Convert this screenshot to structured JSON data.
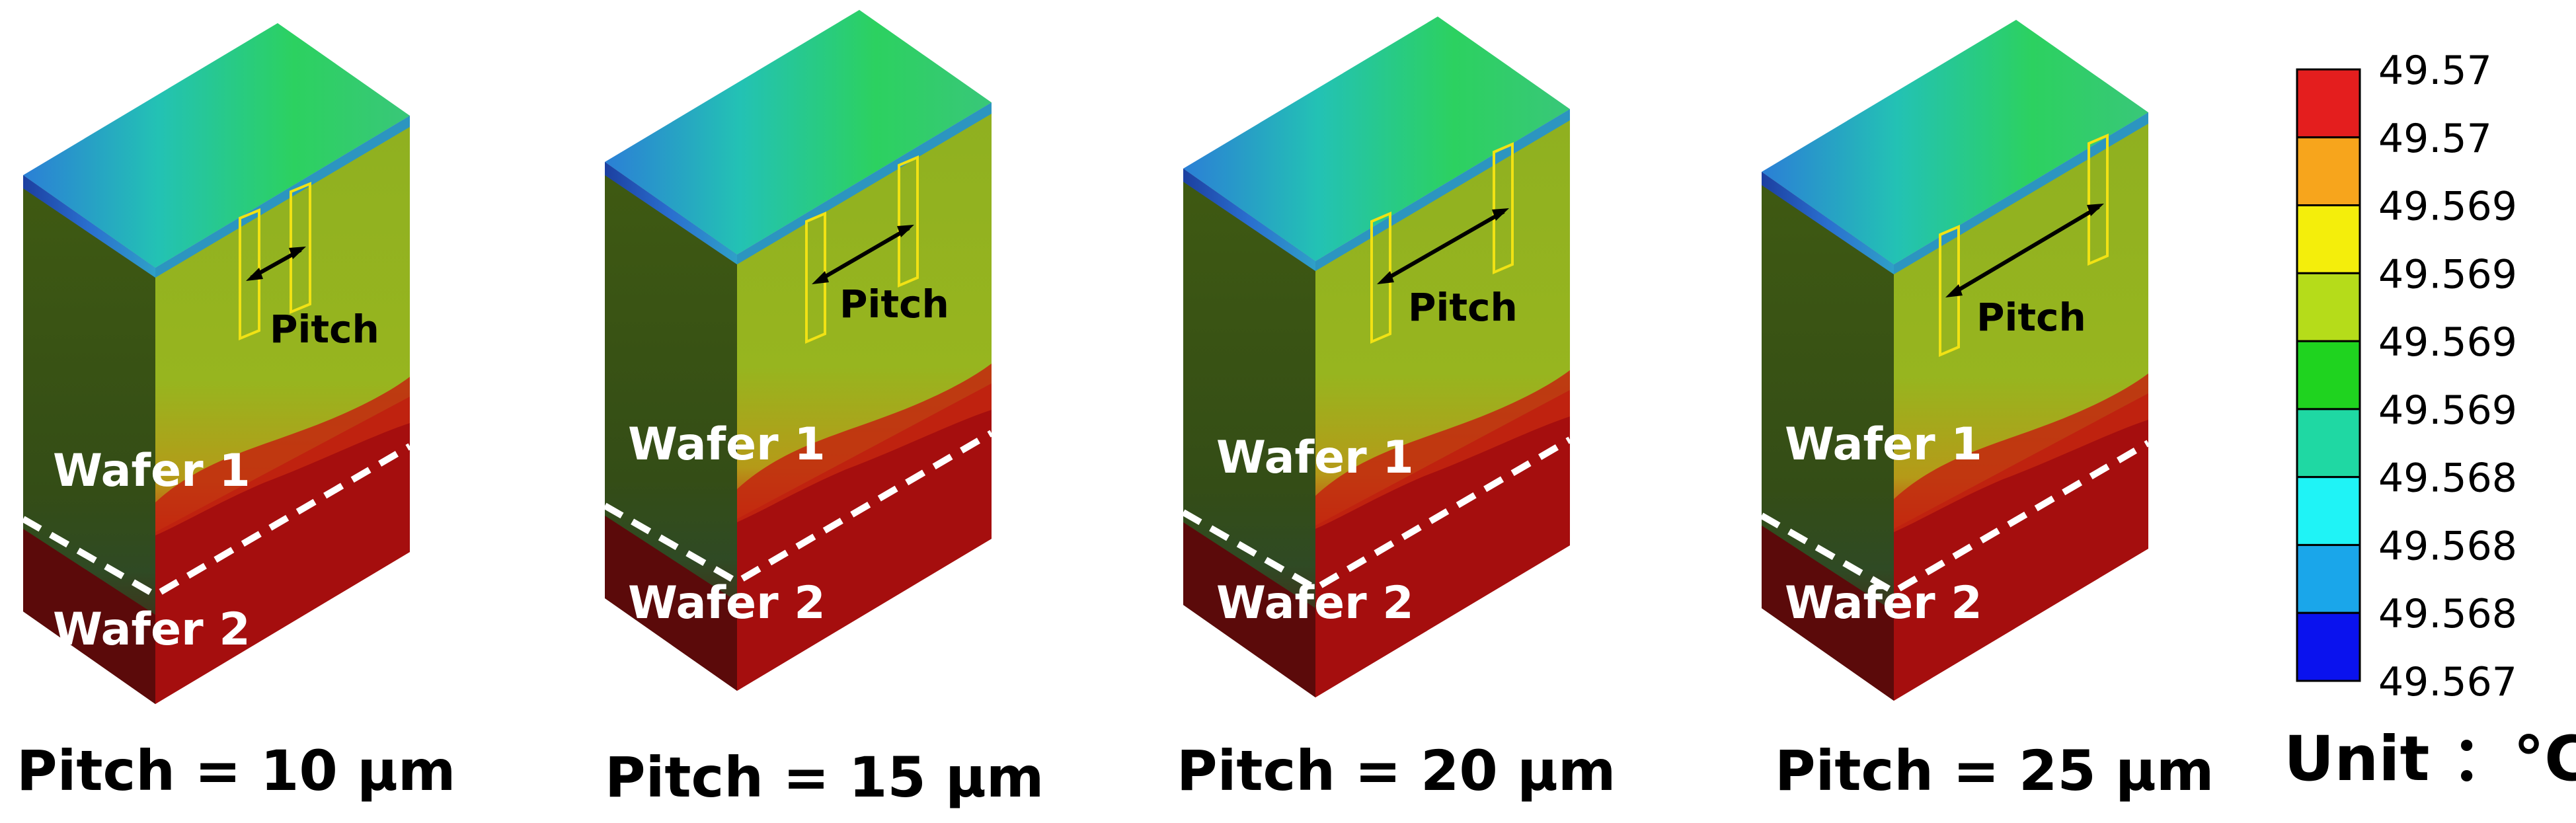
{
  "panels": [
    {
      "caption": "Pitch = 10 μm",
      "pitch_label": "Pitch",
      "wafer1_label": "Wafer 1",
      "wafer2_label": "Wafer 2"
    },
    {
      "caption": "Pitch = 15 μm",
      "pitch_label": "Pitch",
      "wafer1_label": "Wafer 1",
      "wafer2_label": "Wafer 2"
    },
    {
      "caption": "Pitch = 20 μm",
      "pitch_label": "Pitch",
      "wafer1_label": "Wafer 1",
      "wafer2_label": "Wafer 2"
    },
    {
      "caption": "Pitch = 25 μm",
      "pitch_label": "Pitch",
      "wafer1_label": "Wafer 1",
      "wafer2_label": "Wafer 2"
    }
  ],
  "colorbar": {
    "ticks": [
      "49.57",
      "49.57",
      "49.569",
      "49.569",
      "49.569",
      "49.569",
      "49.568",
      "49.568",
      "49.568",
      "49.567"
    ],
    "colors": [
      "#e41e1e",
      "#f7a51c",
      "#f4ee0b",
      "#b5dc1a",
      "#1fd31f",
      "#1fd8a3",
      "#1ff3f6",
      "#1aa6ea",
      "#0a12ee"
    ],
    "unit_label": "Unit ：°C"
  }
}
